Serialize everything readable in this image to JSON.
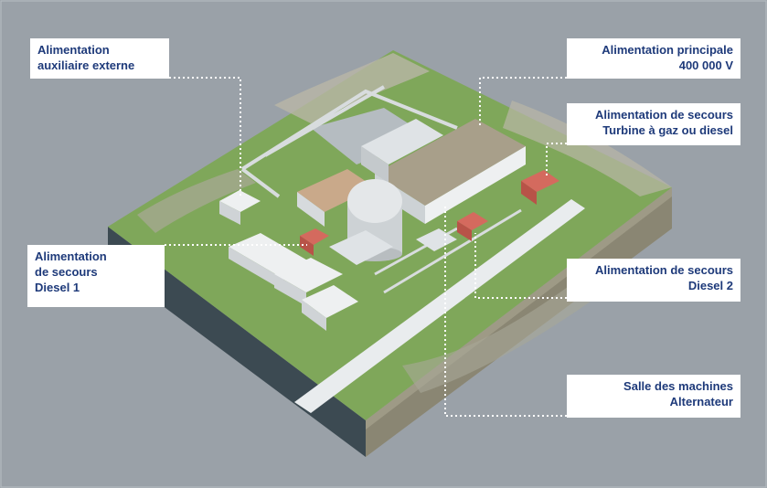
{
  "colors": {
    "background": "#9aa1a8",
    "label_text": "#1e3a7a",
    "label_bg": "#ffffff",
    "grass": "#7fa75a",
    "water": "#3c4a52",
    "rock": "#b9b7a6",
    "building": "#dfe3e6",
    "backup_building": "#d46a5e",
    "leader_line": "#ffffff"
  },
  "labels": [
    {
      "id": "aux",
      "lines": [
        "Alimentation",
        "auxiliaire externe"
      ]
    },
    {
      "id": "main",
      "lines": [
        "Alimentation principale",
        "400 000 V"
      ]
    },
    {
      "id": "turbine",
      "lines": [
        "Alimentation de secours",
        "Turbine à gaz ou diesel"
      ]
    },
    {
      "id": "diesel1",
      "lines": [
        "Alimentation",
        "de secours",
        "Diesel 1"
      ]
    },
    {
      "id": "diesel2",
      "lines": [
        "Alimentation de secours",
        "Diesel 2"
      ]
    },
    {
      "id": "machines",
      "lines": [
        "Salle des machines",
        "Alternateur"
      ]
    }
  ]
}
